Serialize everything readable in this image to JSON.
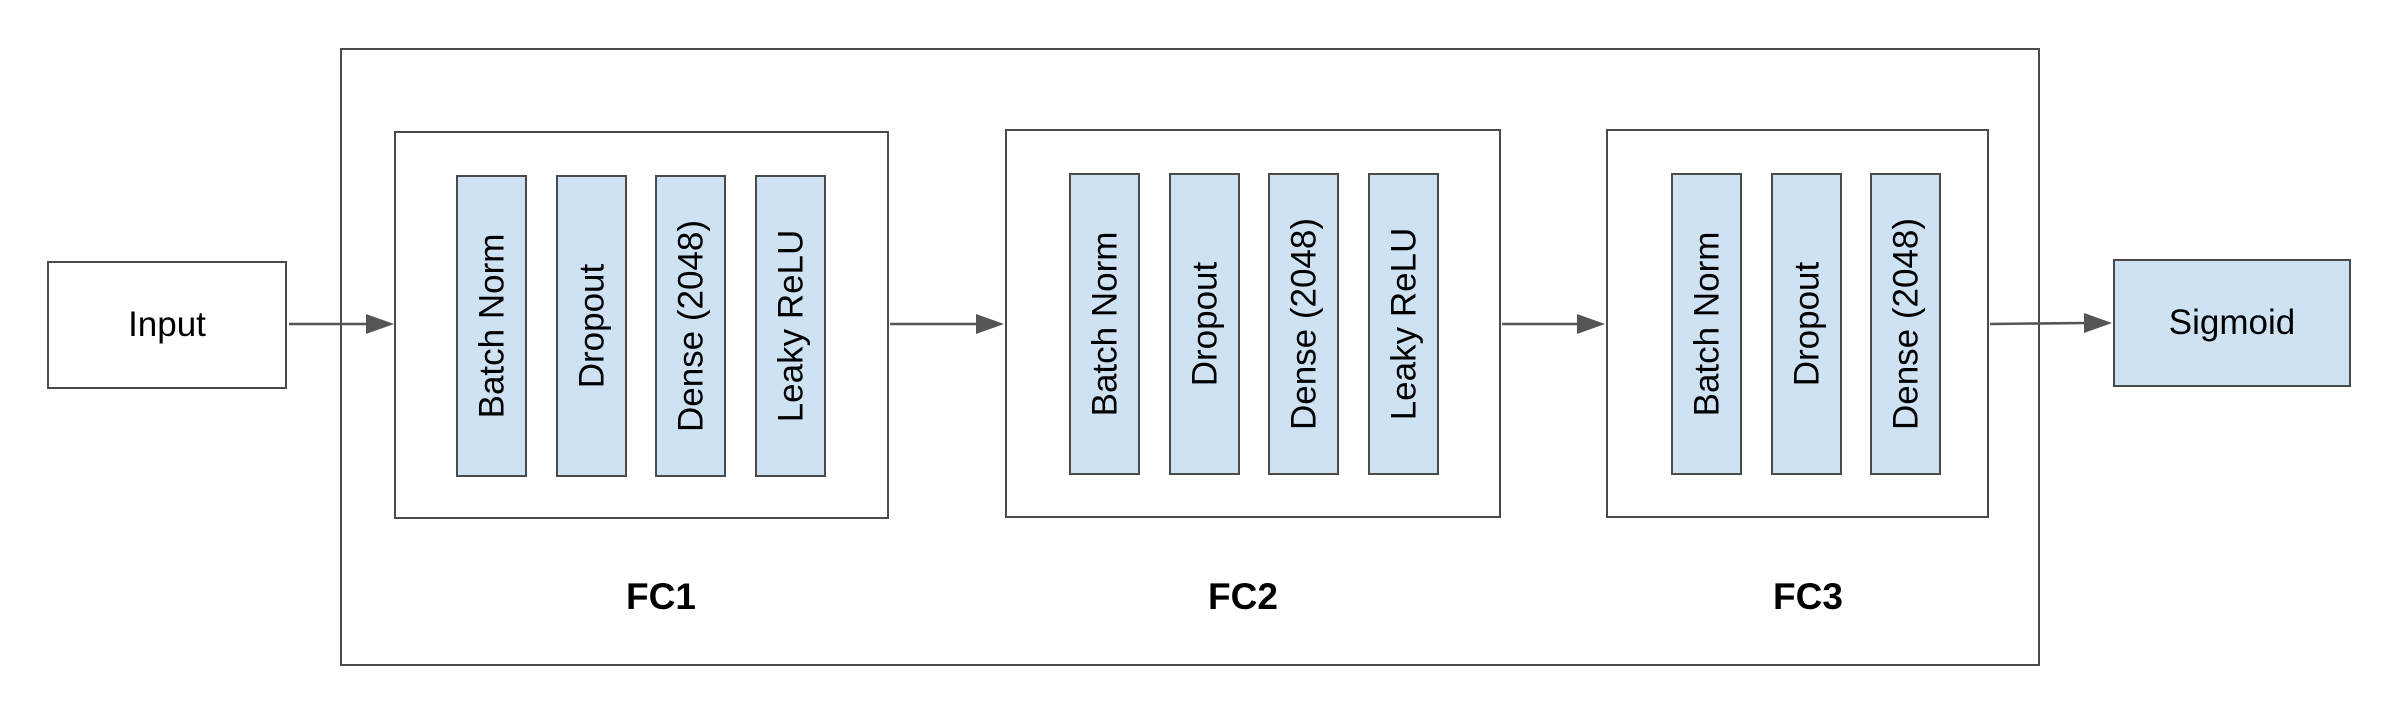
{
  "input_label": "Input",
  "output_label": "Sigmoid",
  "blocks": [
    {
      "label": "FC1",
      "layers": [
        "Batch Norm",
        "Dropout",
        "Dense (2048)",
        "Leaky ReLU"
      ]
    },
    {
      "label": "FC2",
      "layers": [
        "Batch Norm",
        "Dropout",
        "Dense (2048)",
        "Leaky ReLU"
      ]
    },
    {
      "label": "FC3",
      "layers": [
        "Batch Norm",
        "Dropout",
        "Dense (2048)"
      ]
    }
  ],
  "colors": {
    "layer_fill": "#cfe2f3",
    "stroke": "#4a4a4a",
    "arrow": "#555555"
  }
}
